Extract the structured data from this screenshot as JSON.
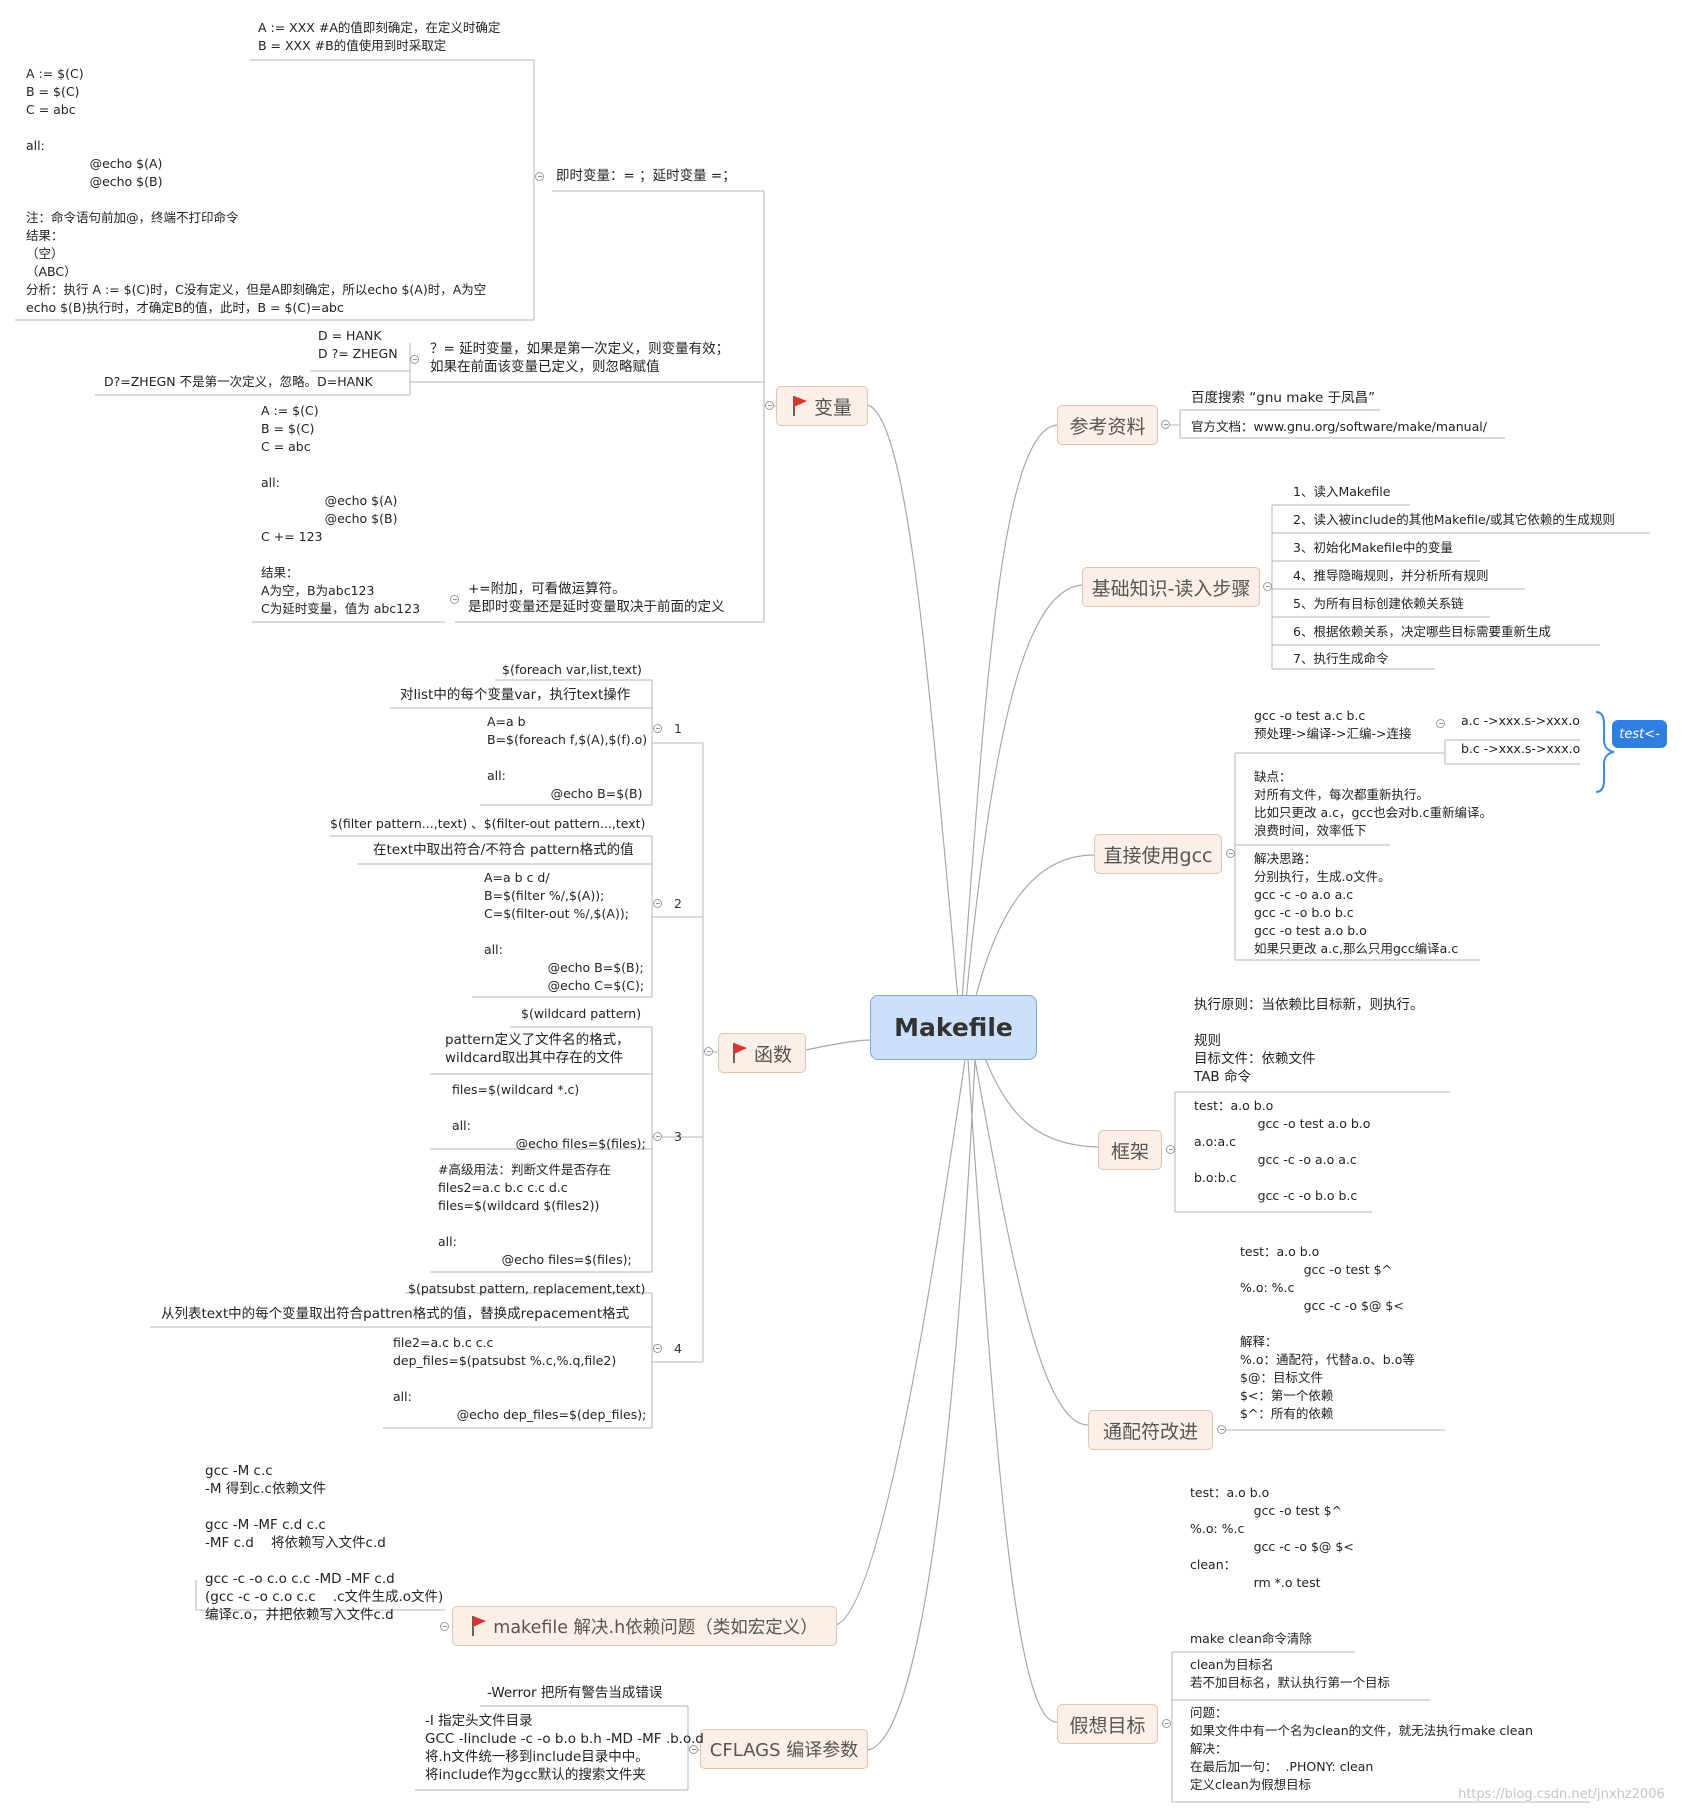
{
  "central": "Makefile",
  "topics": {
    "variables": "变量",
    "functions": "函数",
    "make_h": "makefile 解决.h依赖问题（类如宏定义）",
    "cflags": "CFLAGS 编译参数",
    "reference": "参考资料",
    "basics": "基础知识-读入步骤",
    "gcc": "直接使用gcc",
    "framework": "框架",
    "wildcard": "通配符改进",
    "phony": "假想目标"
  },
  "variables": {
    "immediate": {
      "title": "即时变量：= ；延时变量 =；",
      "note_top": "A := XXX #A的值即刻确定，在定义时确定\nB = XXX #B的值使用到时采取定",
      "example": "A := $(C)\nB = $(C)\nC = abc\n\nall:\n                @echo $(A)\n                @echo $(B)\n\n注：命令语句前加@，终端不打印命令\n结果：\n（空）\n（ABC）\n分析：执行 A := $(C)时，C没有定义，但是A即刻确定，所以echo $(A)时，A为空\necho $(B)执行时，才确定B的值，此时，B = $(C)=abc"
    },
    "conditional": {
      "title": "？= 延时变量，如果是第一次定义，则变量有效；\n如果在前面该变量已定义，则忽略赋值",
      "code": "D = HANK\nD ?= ZHEGN",
      "note": "D?=ZHEGN 不是第一次定义，忽略。D=HANK"
    },
    "append": {
      "title": "+=附加，可看做运算符。\n是即时变量还是延时变量取决于前面的定义",
      "code": "A := $(C)\nB = $(C)\nC = abc\n\nall:\n                @echo $(A)\n                @echo $(B)\nC += 123\n\n结果：\nA为空，B为abc123\nC为延时变量，值为 abc123"
    }
  },
  "functions": {
    "items": [
      {
        "num": "1",
        "syntax": "$(foreach var,list,text)",
        "desc": "对list中的每个变量var，执行text操作",
        "code": "A=a b\nB=$(foreach f,$(A),$(f).o)\n\nall:\n                @echo B=$(B)"
      },
      {
        "num": "2",
        "syntax": "$(filter pattern...,text) 、$(filter-out pattern...,text)",
        "desc": "在text中取出符合/不符合 pattern格式的值",
        "code": "A=a b c d/\nB=$(filter %/,$(A));\nC=$(filter-out %/,$(A));\n\nall:\n                @echo B=$(B);\n                @echo C=$(C);"
      },
      {
        "num": "3",
        "syntax": "$(wildcard pattern)",
        "desc": "pattern定义了文件名的格式，\nwildcard取出其中存在的文件",
        "code": "files=$(wildcard *.c)\n\nall:\n                @echo files=$(files);",
        "code2": "#高级用法：判断文件是否存在\nfiles2=a.c b.c c.c d.c\nfiles=$(wildcard $(files2))\n\nall:\n                @echo files=$(files);"
      },
      {
        "num": "4",
        "syntax": "$(patsubst pattern, replacement,text)",
        "desc": "从列表text中的每个变量取出符合pattren格式的值，替换成repacement格式",
        "code": "file2=a.c b.c c.c\ndep_files=$(patsubst %.c,%.q,file2)\n\nall:\n                @echo dep_files=$(dep_files);"
      }
    ]
  },
  "make_h": {
    "text": "gcc -M c.c\n-M 得到c.c依赖文件\n\ngcc -M -MF c.d c.c\n-MF c.d    将依赖写入文件c.d\n\ngcc -c -o c.o c.c -MD -MF c.d\n(gcc -c -o c.o c.c    .c文件生成.o文件)\n编译c.o，并把依赖写入文件c.d"
  },
  "cflags": {
    "werror": "-Werror 把所有警告当成错误",
    "include": "-I 指定头文件目录\nGCC -Iinclude -c -o b.o b.h -MD -MF .b.o.d\n将.h文件统一移到include目录中中。\n将include作为gcc默认的搜索文件夹"
  },
  "reference": {
    "search": "百度搜索 “gnu make 于凤昌”",
    "official": "官方文档：www.gnu.org/software/make/manual/"
  },
  "basics": {
    "steps": [
      "1、读入Makefile",
      "2、读入被include的其他Makefile/或其它依赖的生成规则",
      "3、初始化Makefile中的变量",
      "4、推导隐晦规则，并分析所有规则",
      "5、为所有目标创建依赖关系链",
      "6、根据依赖关系，决定哪些目标需要重新生成",
      "7、执行生成命令"
    ]
  },
  "gcc": {
    "direct": "gcc -o test a.c b.c\n预处理->编译->汇编->连接",
    "flow_a": "a.c ->xxx.s->xxx.o",
    "flow_b": "b.c ->xxx.s->xxx.o",
    "badge": "test<-",
    "cons": "缺点：\n对所有文件，每次都重新执行。\n比如只更改 a.c，gcc也会对b.c重新编译。\n浪费时间，效率低下",
    "solution": "解决思路：\n分别执行，生成.o文件。\ngcc -c -o a.o a.c\ngcc -c -o b.o b.c\ngcc -o test a.o b.o\n如果只更改 a.c,那么只用gcc编译a.c"
  },
  "framework": {
    "principle": "执行原则：当依赖比目标新，则执行。\n\n规则\n目标文件：依赖文件\nTAB 命令",
    "code": "test：a.o b.o\n                gcc -o test a.o b.o\na.o:a.c\n                gcc -c -o a.o a.c\nb.o:b.c\n                gcc -c -o b.o b.c"
  },
  "wildcard": {
    "text": "test：a.o b.o\n                gcc -o test $^\n%.o: %.c\n                gcc -c -o $@ $<\n\n解释：\n%.o：通配符，代替a.o、b.o等\n$@：目标文件\n$<：第一个依赖\n$^：所有的依赖"
  },
  "phony": {
    "code": "test：a.o b.o\n                gcc -o test $^\n%.o: %.c\n                gcc -c -o $@ $<\nclean：\n                rm *.o test",
    "clean": "make clean命令清除",
    "target": "clean为目标名\n若不加目标名，默认执行第一个目标",
    "problem": "问题：\n如果文件中有一个名为clean的文件，就无法执行make clean\n解决：\n在最后加一句：  .PHONY: clean\n定义clean为假想目标"
  },
  "watermark": "https://blog.csdn.net/jnxhz2006",
  "colors": {
    "topic_fill": "#fbefe7",
    "topic_border": "#e2c3ad",
    "central_fill": "#cde0fb",
    "central_border": "#7ea6dd",
    "flag": "#e03030",
    "badge": "#2f7fe0",
    "line": "#999999",
    "brace": "#3a86e0"
  },
  "icons": [
    "flag-icon",
    "collapse-icon"
  ]
}
